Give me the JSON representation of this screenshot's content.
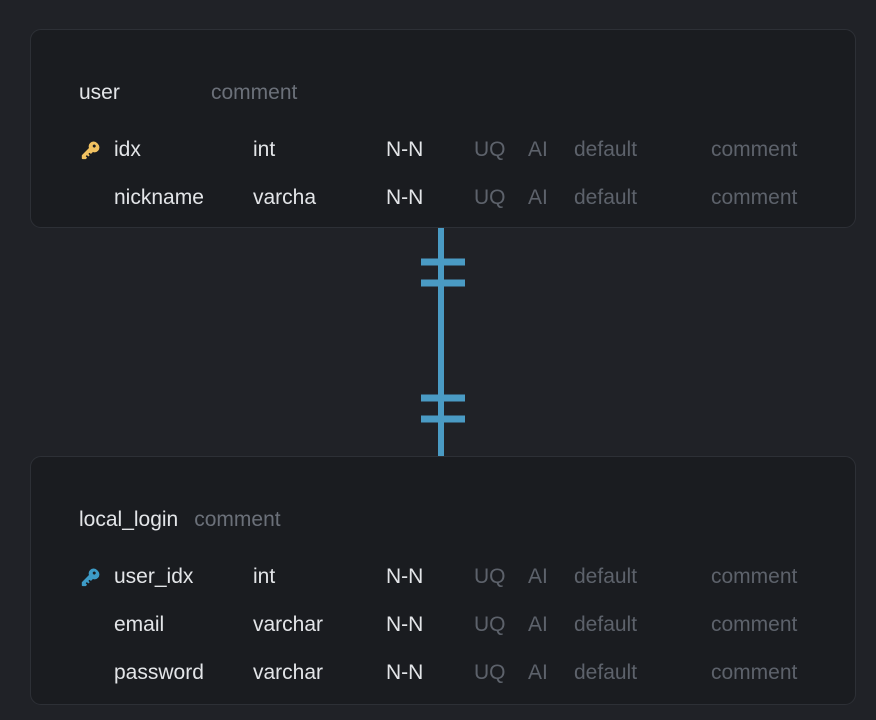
{
  "theme": {
    "page_background": "#202227",
    "card_background": "#1a1c20",
    "card_border": "#2d3036",
    "text_primary": "#e3e5e8",
    "text_muted": "#5d626b",
    "relationship_line": "#4a9bc4",
    "pk_key_user": "#f2c261",
    "pk_key_local_login": "#3d9bc7"
  },
  "diagram": {
    "relationship": {
      "name": "relationship-identifying",
      "start_notation": "one-and-only-one",
      "end_notation": "one-and-only-one",
      "color": "#4a9bc4"
    }
  },
  "tables": [
    {
      "id": "user",
      "name": "user",
      "comment_placeholder": "comment",
      "columns": [
        {
          "primary_key": true,
          "key_icon": "key-icon",
          "key_color": "#f2c261",
          "name": "idx",
          "data_type": "int",
          "not_null": "N-N",
          "unique": "UQ",
          "auto_increment": "AI",
          "default": "default",
          "comment": "comment"
        },
        {
          "primary_key": false,
          "key_icon": "",
          "key_color": "",
          "name": "nickname",
          "data_type": "varcha",
          "not_null": "N-N",
          "unique": "UQ",
          "auto_increment": "AI",
          "default": "default",
          "comment": "comment"
        }
      ]
    },
    {
      "id": "local_login",
      "name": "local_login",
      "comment_placeholder": "comment",
      "columns": [
        {
          "primary_key": true,
          "key_icon": "key-icon",
          "key_color": "#3d9bc7",
          "name": "user_idx",
          "data_type": "int",
          "not_null": "N-N",
          "unique": "UQ",
          "auto_increment": "AI",
          "default": "default",
          "comment": "comment"
        },
        {
          "primary_key": false,
          "key_icon": "",
          "key_color": "",
          "name": "email",
          "data_type": "varchar",
          "not_null": "N-N",
          "unique": "UQ",
          "auto_increment": "AI",
          "default": "default",
          "comment": "comment"
        },
        {
          "primary_key": false,
          "key_icon": "",
          "key_color": "",
          "name": "password",
          "data_type": "varchar",
          "not_null": "N-N",
          "unique": "UQ",
          "auto_increment": "AI",
          "default": "default",
          "comment": "comment"
        }
      ]
    }
  ]
}
